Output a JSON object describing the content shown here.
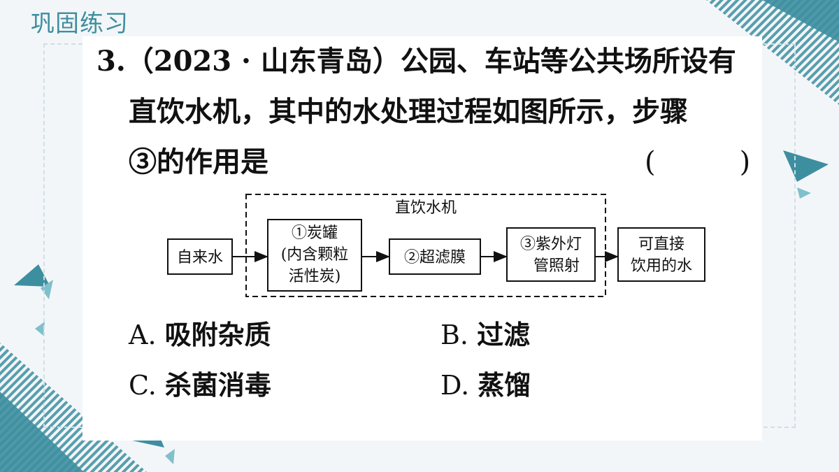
{
  "section_title": "巩固练习",
  "question": {
    "number": "3.",
    "line1": "（2023 · 山东青岛）公园、车站等公共场所设有",
    "line2": "直饮水机，其中的水处理过程如图所示，步骤",
    "line3": "③的作用是",
    "answer_paren": "(　　　)"
  },
  "diagram": {
    "group_label": "直饮水机",
    "source": "自来水",
    "step1": [
      "①炭罐",
      "(内含颗粒",
      "活性炭)"
    ],
    "step2": "②超滤膜",
    "step3": [
      "③紫外灯",
      "管照射"
    ],
    "output": [
      "可直接",
      "饮用的水"
    ]
  },
  "options": [
    {
      "letter": "A.",
      "text": "吸附杂质"
    },
    {
      "letter": "B.",
      "text": "过滤"
    },
    {
      "letter": "C.",
      "text": "杀菌消毒"
    },
    {
      "letter": "D.",
      "text": "蒸馏"
    }
  ],
  "colors": {
    "accent": "#3d8fa0",
    "accent_light": "#7fc0cc",
    "frame": "#cfdfe6"
  }
}
